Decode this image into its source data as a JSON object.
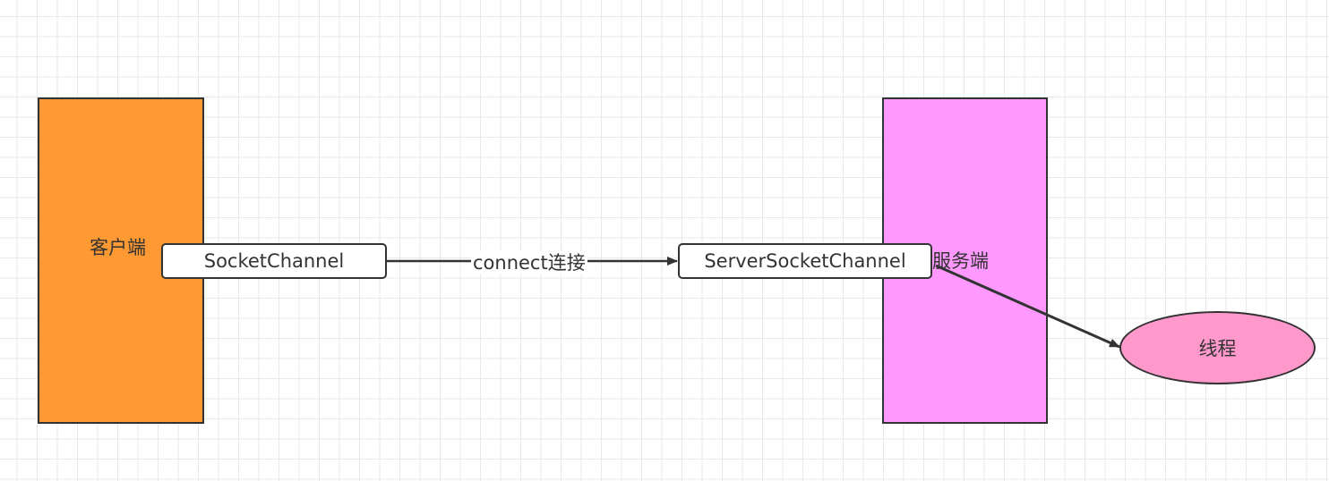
{
  "diagram": {
    "client": {
      "label": "客户端",
      "fill": "#FF9933"
    },
    "server": {
      "label": "服务端",
      "fill": "#FF99FF"
    },
    "socket_channel": {
      "label": "SocketChannel"
    },
    "server_socket_channel": {
      "label": "ServerSocketChannel"
    },
    "connect_edge": {
      "label": "connect连接"
    },
    "thread": {
      "label": "线程",
      "fill": "#FF99CC"
    },
    "colors": {
      "stroke": "#333333",
      "grid": "#e9e9e9",
      "background": "#ffffff"
    }
  }
}
